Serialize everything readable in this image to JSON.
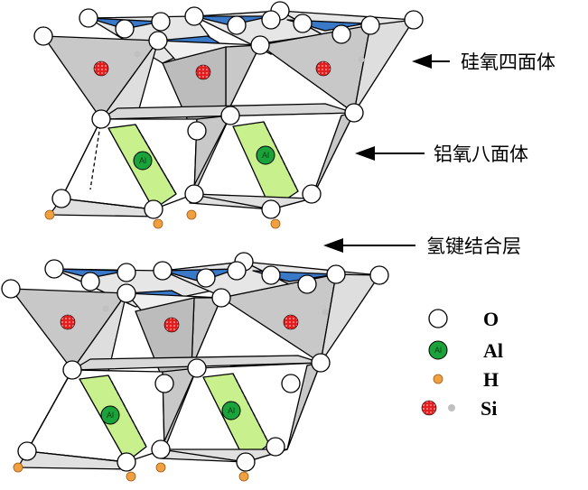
{
  "labels": {
    "tetrahedron": "硅氧四面体",
    "octahedron": "铝氧八面体",
    "hbond": "氢键结合层"
  },
  "legend": {
    "o": "O",
    "al": "Al",
    "h": "H",
    "si": "Si"
  },
  "atom_text": {
    "al": "Al"
  },
  "colors": {
    "oxygen_fill": "#ffffff",
    "aluminum_fill": "#1aa33a",
    "hydrogen_fill": "#f0a040",
    "silicon_fill": "#e02020",
    "octahedron_face": "#c8f08c",
    "tetra_top": "#3a78c8",
    "tetra_face": "#c8c8c8"
  }
}
